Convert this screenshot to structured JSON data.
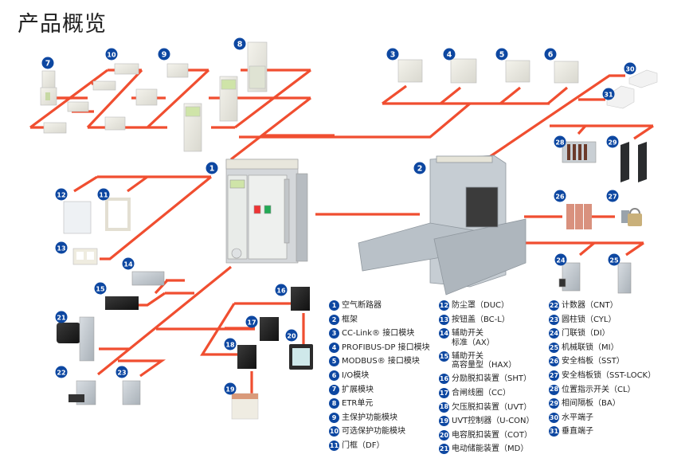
{
  "title": "产品概览",
  "colors": {
    "line": "#f04e30",
    "badge": "#0d47a1",
    "badge_text": "#ffffff"
  },
  "legend": {
    "col1": [
      {
        "num": "1",
        "label": "空气断路器"
      },
      {
        "num": "2",
        "label": "框架"
      },
      {
        "num": "3",
        "label": "CC-Link® 接口模块"
      },
      {
        "num": "4",
        "label": "PROFIBUS-DP 接口模块"
      },
      {
        "num": "5",
        "label": "MODBUS® 接口模块"
      },
      {
        "num": "6",
        "label": "I/O模块"
      },
      {
        "num": "7",
        "label": "扩展模块"
      },
      {
        "num": "8",
        "label": "ETR单元"
      },
      {
        "num": "9",
        "label": "主保护功能模块"
      },
      {
        "num": "10",
        "label": "可选保护功能模块"
      },
      {
        "num": "11",
        "label": "门框（DF）"
      }
    ],
    "col2": [
      {
        "num": "12",
        "label": "防尘罩（DUC）"
      },
      {
        "num": "13",
        "label": "按钮盖（BC-L）"
      },
      {
        "num": "14",
        "label": "辅助开关\n标准（AX）"
      },
      {
        "num": "15",
        "label": "辅助开关\n高容量型（HAX）"
      },
      {
        "num": "16",
        "label": "分励脱扣装置（SHT）"
      },
      {
        "num": "17",
        "label": "合闸线圈（CC）"
      },
      {
        "num": "18",
        "label": "欠压脱扣装置（UVT）"
      },
      {
        "num": "19",
        "label": "UVT控制器（U-CON）"
      },
      {
        "num": "20",
        "label": "电容脱扣装置（COT）"
      },
      {
        "num": "21",
        "label": "电动储能装置（MD）"
      }
    ],
    "col3": [
      {
        "num": "22",
        "label": "计数器（CNT）"
      },
      {
        "num": "23",
        "label": "圆柱锁（CYL）"
      },
      {
        "num": "24",
        "label": "门联锁（DI）"
      },
      {
        "num": "25",
        "label": "机械联锁（MI）"
      },
      {
        "num": "26",
        "label": "安全档板（SST）"
      },
      {
        "num": "27",
        "label": "安全档板锁（SST-LOCK）"
      },
      {
        "num": "28",
        "label": "位置指示开关（CL）"
      },
      {
        "num": "29",
        "label": "相间隔板（BA）"
      },
      {
        "num": "30",
        "label": "水平端子"
      },
      {
        "num": "31",
        "label": "垂直端子"
      }
    ]
  },
  "badges": [
    "1",
    "2",
    "3",
    "4",
    "5",
    "6",
    "7",
    "8",
    "9",
    "10",
    "11",
    "12",
    "13",
    "14",
    "15",
    "16",
    "17",
    "18",
    "19",
    "20",
    "21",
    "22",
    "23",
    "24",
    "25",
    "26",
    "27",
    "28",
    "29",
    "30",
    "31"
  ]
}
